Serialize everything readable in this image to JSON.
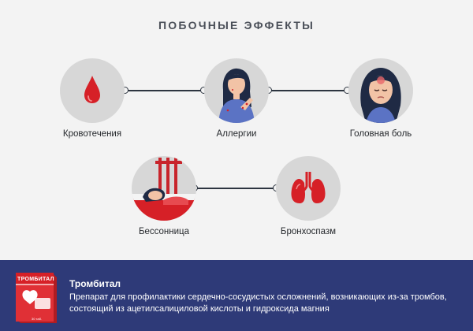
{
  "title": "ПОБОЧНЫЕ ЭФФЕКТЫ",
  "effects": [
    {
      "label": "Кровотечения",
      "icon": "blood-drop-icon"
    },
    {
      "label": "Аллергии",
      "icon": "allergy-woman-icon"
    },
    {
      "label": "Головная боль",
      "icon": "headache-woman-icon"
    },
    {
      "label": "Бессонница",
      "icon": "insomnia-bed-icon"
    },
    {
      "label": "Бронхоспазм",
      "icon": "lungs-icon"
    }
  ],
  "footer": {
    "product_name": "Тромбитал",
    "description": "Препарат для профилактики сердечно-сосудистых осложнений, возникающих из-за тромбов, состоящий из ацетилсалициловой кислоты и гидроксида магния",
    "package_brand": "ТРОМБИТАЛ",
    "package_badge": "30 таб."
  },
  "colors": {
    "accent_red": "#d62027",
    "footer_bg": "#2e3a78",
    "circle_bg": "#d7d7d7",
    "line": "#2d3540"
  }
}
